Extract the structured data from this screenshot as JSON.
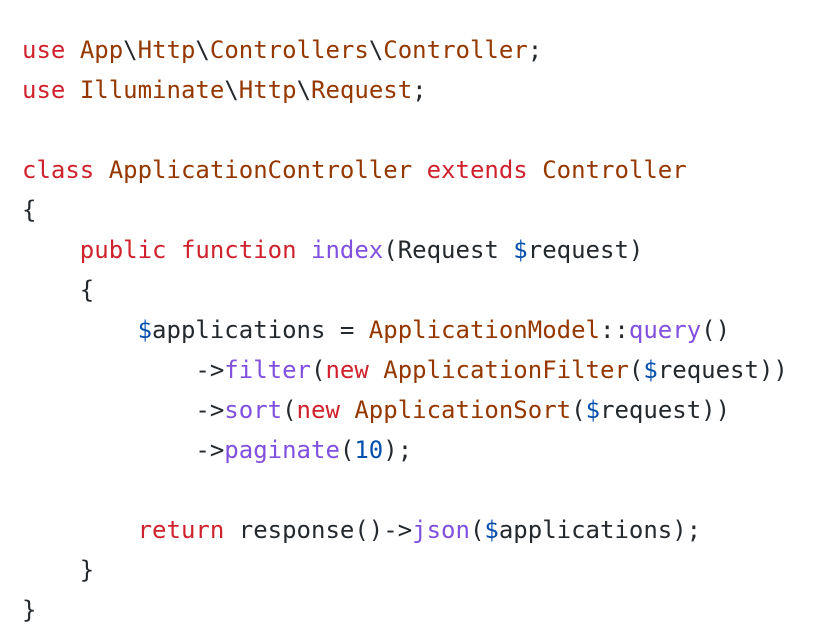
{
  "colors": {
    "background": "#ffffff",
    "keyword": "#cf222e",
    "class_name": "#953800",
    "function": "#8250df",
    "variable_sigil": "#0550ae",
    "number": "#0550ae",
    "plain": "#24292e"
  },
  "lines": [
    [
      {
        "t": "use",
        "k": "kw"
      },
      {
        "t": " ",
        "k": "plain"
      },
      {
        "t": "App",
        "k": "cls"
      },
      {
        "t": "\\",
        "k": "plain"
      },
      {
        "t": "Http",
        "k": "cls"
      },
      {
        "t": "\\",
        "k": "plain"
      },
      {
        "t": "Controllers",
        "k": "cls"
      },
      {
        "t": "\\",
        "k": "plain"
      },
      {
        "t": "Controller",
        "k": "cls"
      },
      {
        "t": ";",
        "k": "plain"
      }
    ],
    [
      {
        "t": "use",
        "k": "kw"
      },
      {
        "t": " ",
        "k": "plain"
      },
      {
        "t": "Illuminate",
        "k": "cls"
      },
      {
        "t": "\\",
        "k": "plain"
      },
      {
        "t": "Http",
        "k": "cls"
      },
      {
        "t": "\\",
        "k": "plain"
      },
      {
        "t": "Request",
        "k": "cls"
      },
      {
        "t": ";",
        "k": "plain"
      }
    ],
    [],
    [
      {
        "t": "class",
        "k": "kw"
      },
      {
        "t": " ",
        "k": "plain"
      },
      {
        "t": "ApplicationController",
        "k": "cls"
      },
      {
        "t": " ",
        "k": "plain"
      },
      {
        "t": "extends",
        "k": "kw"
      },
      {
        "t": " ",
        "k": "plain"
      },
      {
        "t": "Controller",
        "k": "cls"
      }
    ],
    [
      {
        "t": "{",
        "k": "plain"
      }
    ],
    [
      {
        "t": "    ",
        "k": "plain"
      },
      {
        "t": "public",
        "k": "kw"
      },
      {
        "t": " ",
        "k": "plain"
      },
      {
        "t": "function",
        "k": "kw"
      },
      {
        "t": " ",
        "k": "plain"
      },
      {
        "t": "index",
        "k": "fn"
      },
      {
        "t": "(Request ",
        "k": "plain"
      },
      {
        "t": "$",
        "k": "var"
      },
      {
        "t": "request)",
        "k": "plain"
      }
    ],
    [
      {
        "t": "    {",
        "k": "plain"
      }
    ],
    [
      {
        "t": "        ",
        "k": "plain"
      },
      {
        "t": "$",
        "k": "var"
      },
      {
        "t": "applications = ",
        "k": "plain"
      },
      {
        "t": "ApplicationModel",
        "k": "cls"
      },
      {
        "t": "::",
        "k": "plain"
      },
      {
        "t": "query",
        "k": "fn"
      },
      {
        "t": "()",
        "k": "plain"
      }
    ],
    [
      {
        "t": "            ->",
        "k": "plain"
      },
      {
        "t": "filter",
        "k": "fn"
      },
      {
        "t": "(",
        "k": "plain"
      },
      {
        "t": "new",
        "k": "kw"
      },
      {
        "t": " ",
        "k": "plain"
      },
      {
        "t": "ApplicationFilter",
        "k": "cls"
      },
      {
        "t": "(",
        "k": "plain"
      },
      {
        "t": "$",
        "k": "var"
      },
      {
        "t": "request))",
        "k": "plain"
      }
    ],
    [
      {
        "t": "            ->",
        "k": "plain"
      },
      {
        "t": "sort",
        "k": "fn"
      },
      {
        "t": "(",
        "k": "plain"
      },
      {
        "t": "new",
        "k": "kw"
      },
      {
        "t": " ",
        "k": "plain"
      },
      {
        "t": "ApplicationSort",
        "k": "cls"
      },
      {
        "t": "(",
        "k": "plain"
      },
      {
        "t": "$",
        "k": "var"
      },
      {
        "t": "request))",
        "k": "plain"
      }
    ],
    [
      {
        "t": "            ->",
        "k": "plain"
      },
      {
        "t": "paginate",
        "k": "fn"
      },
      {
        "t": "(",
        "k": "plain"
      },
      {
        "t": "10",
        "k": "num"
      },
      {
        "t": ");",
        "k": "plain"
      }
    ],
    [],
    [
      {
        "t": "        ",
        "k": "plain"
      },
      {
        "t": "return",
        "k": "kw"
      },
      {
        "t": " response()->",
        "k": "plain"
      },
      {
        "t": "json",
        "k": "fn"
      },
      {
        "t": "(",
        "k": "plain"
      },
      {
        "t": "$",
        "k": "var"
      },
      {
        "t": "applications);",
        "k": "plain"
      }
    ],
    [
      {
        "t": "    }",
        "k": "plain"
      }
    ],
    [
      {
        "t": "}",
        "k": "plain"
      }
    ]
  ]
}
